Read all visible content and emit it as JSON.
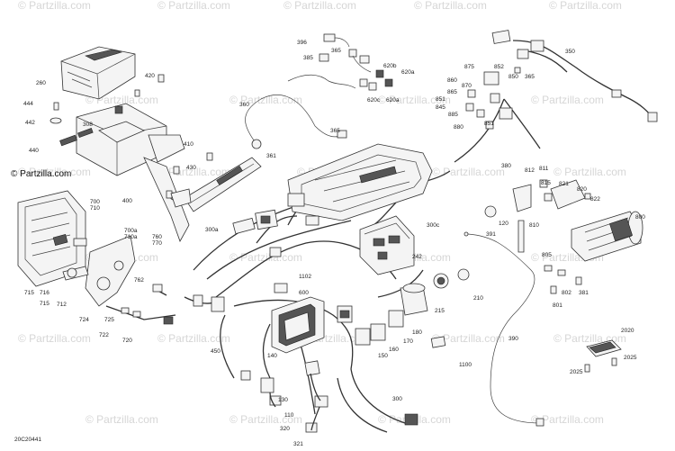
{
  "watermark": {
    "text": "Partzilla.com",
    "symbol": "©"
  },
  "brand_text": "Partzilla.com",
  "diagram_code": "20C20441",
  "labels": [
    "396",
    "385",
    "365",
    "620b",
    "620a",
    "620c",
    "620a",
    "360",
    "365",
    "361",
    "260",
    "420",
    "444",
    "442",
    "308",
    "440",
    "410",
    "430",
    "400",
    "300a",
    "700",
    "710",
    "700a",
    "710a",
    "760",
    "770",
    "715",
    "716",
    "715",
    "712",
    "724",
    "725",
    "722",
    "720",
    "762",
    "450",
    "1102",
    "600",
    "140",
    "130",
    "110",
    "320",
    "321",
    "300",
    "242",
    "300c",
    "215",
    "210",
    "180",
    "170",
    "160",
    "150",
    "1100",
    "875",
    "852",
    "860",
    "870",
    "865",
    "850",
    "851",
    "845",
    "885",
    "880",
    "851",
    "350",
    "365",
    "812",
    "811",
    "380",
    "815",
    "821",
    "820",
    "822",
    "120",
    "810",
    "391",
    "390",
    "800",
    "805",
    "802",
    "381",
    "801",
    "2020",
    "2025",
    "2025"
  ]
}
